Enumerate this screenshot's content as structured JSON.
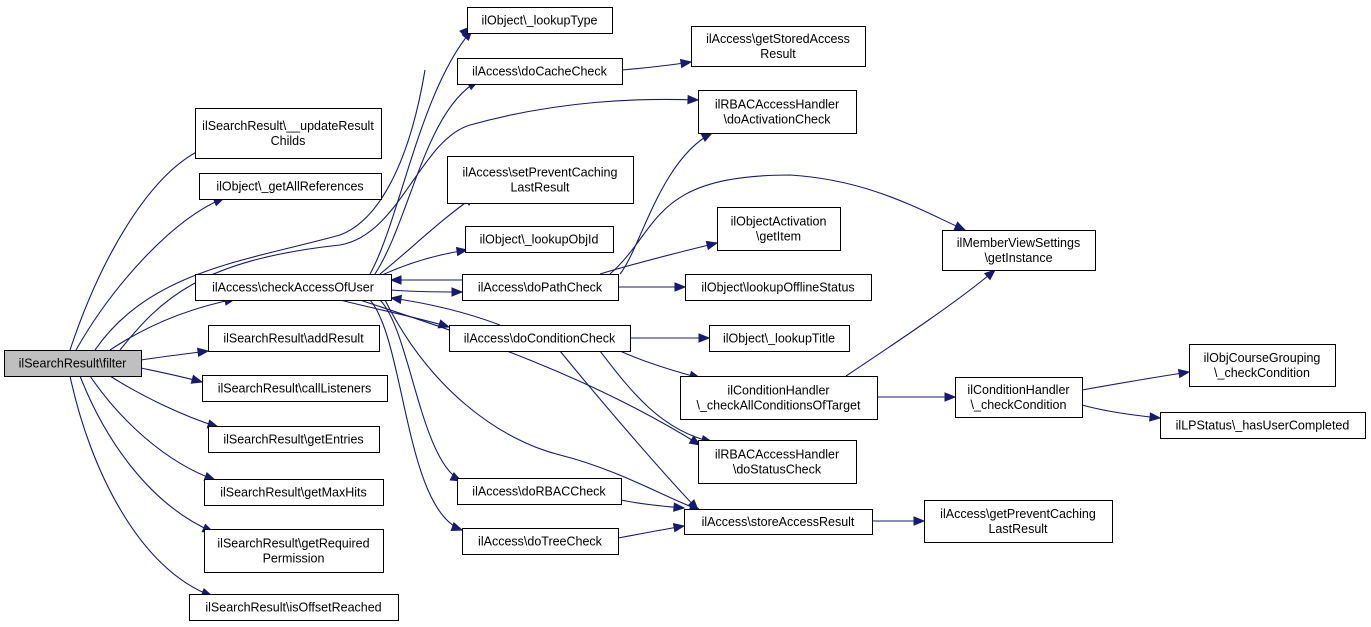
{
  "colors": {
    "edge": "#191970",
    "root_fill": "#bfbfbf",
    "node_fill": "#ffffff",
    "border": "#000000"
  },
  "nodes": [
    {
      "id": "filter",
      "label": [
        "ilSearchResult\\filter"
      ],
      "root": true
    },
    {
      "id": "updateResultChilds",
      "label": [
        "ilSearchResult\\__updateResult",
        "Childs"
      ]
    },
    {
      "id": "getAllReferences",
      "label": [
        "ilObject\\_getAllReferences"
      ]
    },
    {
      "id": "checkAccessOfUser",
      "label": [
        "ilAccess\\checkAccessOfUser"
      ]
    },
    {
      "id": "addResult",
      "label": [
        "ilSearchResult\\addResult"
      ]
    },
    {
      "id": "callListeners",
      "label": [
        "ilSearchResult\\callListeners"
      ]
    },
    {
      "id": "getEntries",
      "label": [
        "ilSearchResult\\getEntries"
      ]
    },
    {
      "id": "getMaxHits",
      "label": [
        "ilSearchResult\\getMaxHits"
      ]
    },
    {
      "id": "getRequiredPermission",
      "label": [
        "ilSearchResult\\getRequired",
        "Permission"
      ]
    },
    {
      "id": "isOffsetReached",
      "label": [
        "ilSearchResult\\isOffsetReached"
      ]
    },
    {
      "id": "lookupType",
      "label": [
        "ilObject\\_lookupType"
      ]
    },
    {
      "id": "doCacheCheck",
      "label": [
        "ilAccess\\doCacheCheck"
      ]
    },
    {
      "id": "setPreventCaching",
      "label": [
        "ilAccess\\setPreventCaching",
        "LastResult"
      ]
    },
    {
      "id": "lookupObjId",
      "label": [
        "ilObject\\_lookupObjId"
      ]
    },
    {
      "id": "doPathCheck",
      "label": [
        "ilAccess\\doPathCheck"
      ]
    },
    {
      "id": "doConditionCheck",
      "label": [
        "ilAccess\\doConditionCheck"
      ]
    },
    {
      "id": "doRBACCheck",
      "label": [
        "ilAccess\\doRBACCheck"
      ]
    },
    {
      "id": "doTreeCheck",
      "label": [
        "ilAccess\\doTreeCheck"
      ]
    },
    {
      "id": "getStoredAccessResult",
      "label": [
        "ilAccess\\getStoredAccess",
        "Result"
      ]
    },
    {
      "id": "doActivationCheck",
      "label": [
        "ilRBACAccessHandler",
        "\\doActivationCheck"
      ]
    },
    {
      "id": "getItem",
      "label": [
        "ilObjectActivation",
        "\\getItem"
      ]
    },
    {
      "id": "lookupOfflineStatus",
      "label": [
        "ilObject\\lookupOfflineStatus"
      ]
    },
    {
      "id": "lookupTitle",
      "label": [
        "ilObject\\_lookupTitle"
      ]
    },
    {
      "id": "checkAllConditionsOfTarget",
      "label": [
        "ilConditionHandler",
        "\\_checkAllConditionsOfTarget"
      ]
    },
    {
      "id": "doStatusCheck",
      "label": [
        "ilRBACAccessHandler",
        "\\doStatusCheck"
      ]
    },
    {
      "id": "storeAccessResult",
      "label": [
        "ilAccess\\storeAccessResult"
      ]
    },
    {
      "id": "getInstance",
      "label": [
        "ilMemberViewSettings",
        "\\getInstance"
      ]
    },
    {
      "id": "checkCondition",
      "label": [
        "ilConditionHandler",
        "\\_checkCondition"
      ]
    },
    {
      "id": "getPreventCaching",
      "label": [
        "ilAccess\\getPreventCaching",
        "LastResult"
      ]
    },
    {
      "id": "objCourseGrouping",
      "label": [
        "ilObjCourseGrouping",
        "\\_checkCondition"
      ]
    },
    {
      "id": "hasUserCompleted",
      "label": [
        "ilLPStatus\\_hasUserCompleted"
      ]
    }
  ],
  "edges": [
    {
      "from": "filter",
      "to": "updateResultChilds"
    },
    {
      "from": "filter",
      "to": "getAllReferences"
    },
    {
      "from": "filter",
      "to": "checkAccessOfUser"
    },
    {
      "from": "filter",
      "to": "addResult"
    },
    {
      "from": "filter",
      "to": "callListeners"
    },
    {
      "from": "filter",
      "to": "getEntries"
    },
    {
      "from": "filter",
      "to": "getMaxHits"
    },
    {
      "from": "filter",
      "to": "getRequiredPermission"
    },
    {
      "from": "filter",
      "to": "isOffsetReached"
    },
    {
      "from": "filter",
      "to": "lookupType"
    },
    {
      "from": "filter",
      "to": "doActivationCheck"
    },
    {
      "from": "checkAccessOfUser",
      "to": "lookupType"
    },
    {
      "from": "checkAccessOfUser",
      "to": "doCacheCheck"
    },
    {
      "from": "checkAccessOfUser",
      "to": "setPreventCaching"
    },
    {
      "from": "checkAccessOfUser",
      "to": "lookupObjId"
    },
    {
      "from": "checkAccessOfUser",
      "to": "doPathCheck"
    },
    {
      "from": "checkAccessOfUser",
      "to": "doConditionCheck"
    },
    {
      "from": "checkAccessOfUser",
      "to": "doRBACCheck"
    },
    {
      "from": "checkAccessOfUser",
      "to": "doTreeCheck"
    },
    {
      "from": "checkAccessOfUser",
      "to": "doStatusCheck"
    },
    {
      "from": "checkAccessOfUser",
      "to": "storeAccessResult"
    },
    {
      "from": "doCacheCheck",
      "to": "getStoredAccessResult"
    },
    {
      "from": "doPathCheck",
      "to": "checkAccessOfUser"
    },
    {
      "from": "doPathCheck",
      "to": "doActivationCheck"
    },
    {
      "from": "doPathCheck",
      "to": "getItem"
    },
    {
      "from": "doPathCheck",
      "to": "lookupOfflineStatus"
    },
    {
      "from": "doPathCheck",
      "to": "getInstance"
    },
    {
      "from": "doConditionCheck",
      "to": "checkAccessOfUser"
    },
    {
      "from": "doConditionCheck",
      "to": "lookupTitle"
    },
    {
      "from": "doConditionCheck",
      "to": "checkAllConditionsOfTarget"
    },
    {
      "from": "doConditionCheck",
      "to": "doStatusCheck"
    },
    {
      "from": "doConditionCheck",
      "to": "storeAccessResult"
    },
    {
      "from": "doRBACCheck",
      "to": "storeAccessResult"
    },
    {
      "from": "doTreeCheck",
      "to": "storeAccessResult"
    },
    {
      "from": "checkAllConditionsOfTarget",
      "to": "getInstance"
    },
    {
      "from": "checkAllConditionsOfTarget",
      "to": "checkCondition"
    },
    {
      "from": "checkCondition",
      "to": "objCourseGrouping"
    },
    {
      "from": "checkCondition",
      "to": "hasUserCompleted"
    },
    {
      "from": "storeAccessResult",
      "to": "getPreventCaching"
    }
  ]
}
